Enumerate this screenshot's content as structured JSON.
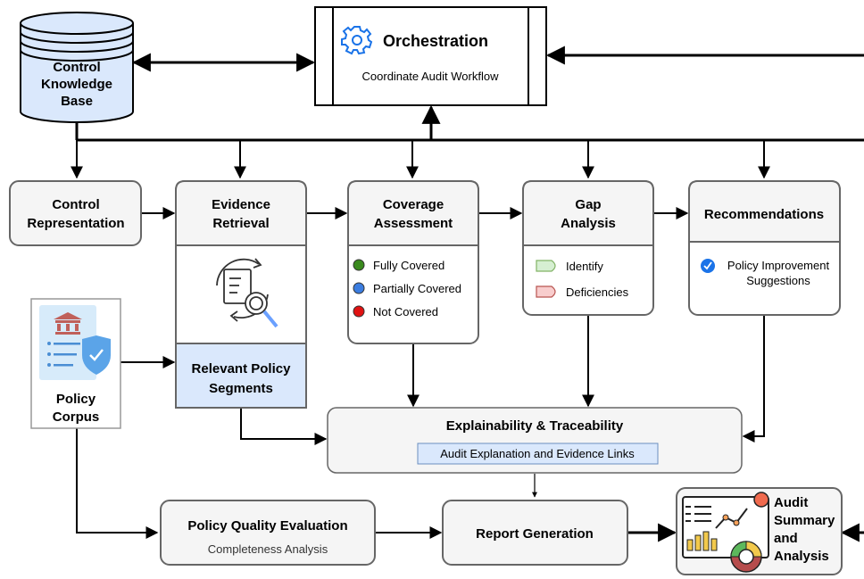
{
  "orchestration": {
    "title": "Orchestration",
    "subtitle": "Coordinate Audit Workflow"
  },
  "knowledge_base": {
    "line1": "Control",
    "line2": "Knowledge",
    "line3": "Base"
  },
  "control_representation": {
    "line1": "Control",
    "line2": "Representation"
  },
  "evidence_retrieval": {
    "line1": "Evidence",
    "line2": "Retrieval",
    "segments_line1": "Relevant Policy",
    "segments_line2": "Segments"
  },
  "coverage": {
    "line1": "Coverage",
    "line2": "Assessment",
    "items": [
      {
        "label": "Fully Covered",
        "color": "#3a8a1e"
      },
      {
        "label": "Partially Covered",
        "color": "#3b7de0"
      },
      {
        "label": "Not Covered",
        "color": "#e01212"
      }
    ]
  },
  "gap": {
    "line1": "Gap",
    "line2": "Analysis",
    "items": [
      {
        "label": "Identify",
        "color": "#d6efd2"
      },
      {
        "label": "Deficiencies",
        "color": "#f8cdcd"
      }
    ]
  },
  "recommendations": {
    "title": "Recommendations",
    "item_line1": "Policy Improvement",
    "item_line2": "Suggestions",
    "check_color": "#1a73e8"
  },
  "policy_corpus": {
    "line1": "Policy",
    "line2": "Corpus"
  },
  "explainability": {
    "title": "Explainability & Traceability",
    "sub": "Audit Explanation and Evidence Links"
  },
  "policy_quality": {
    "title": "Policy Quality Evaluation",
    "sub": "Completeness Analysis"
  },
  "report": {
    "title": "Report Generation"
  },
  "audit_summary": {
    "line1": "Audit",
    "line2": "Summary",
    "line3": "and",
    "line4": "Analysis"
  }
}
